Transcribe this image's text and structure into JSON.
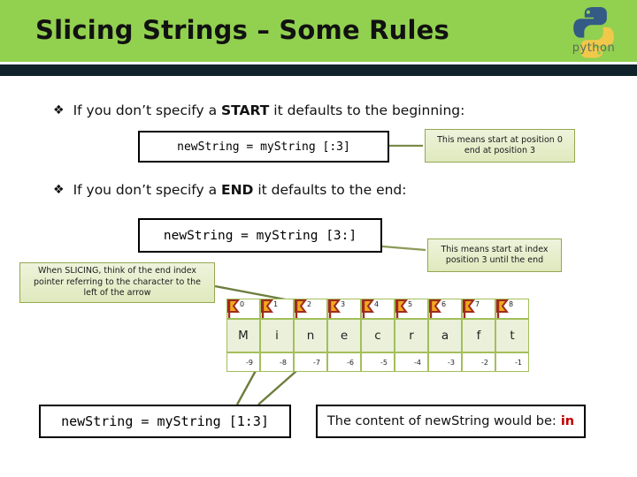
{
  "header": {
    "title": "Slicing Strings – Some Rules",
    "band_color": "#92d050",
    "strip_color": "#10222a",
    "logo_word": "python",
    "logo_name": "python-logo"
  },
  "bullets": [
    {
      "marker": "❖",
      "text_before": "If you don’t specify a ",
      "emphasis": "START",
      "text_after": " it defaults to the beginning:"
    },
    {
      "marker": "❖",
      "text_before": "If you don’t specify a ",
      "emphasis": "END",
      "text_after": " it defaults to the end:"
    }
  ],
  "code_boxes": {
    "first": "newString = myString [:3]",
    "second": "newString = myString [3:]",
    "third": "newString = myString [1:3]"
  },
  "callouts": {
    "start_default": "This means start at position 0 end at position 3",
    "end_default": "This means start at index position 3  until the end",
    "slicing_tip": "When SLICING, think of the end index pointer referring to the character to the left of the arrow"
  },
  "result": {
    "label": "The content of newString would be:",
    "value": "in",
    "value_color": "#c00000"
  },
  "table": {
    "positive_indices": [
      "0",
      "1",
      "2",
      "3",
      "4",
      "5",
      "6",
      "7",
      "8"
    ],
    "characters": [
      "M",
      "i",
      "n",
      "e",
      "c",
      "r",
      "a",
      "f",
      "t"
    ],
    "negative_indices": [
      "-9",
      "-8",
      "-7",
      "-6",
      "-5",
      "-4",
      "-3",
      "-2",
      "-1"
    ],
    "cell_fill": "#eaf0da",
    "grid_color": "#a3bf5b",
    "flag_name": "index-pointer-flag"
  }
}
